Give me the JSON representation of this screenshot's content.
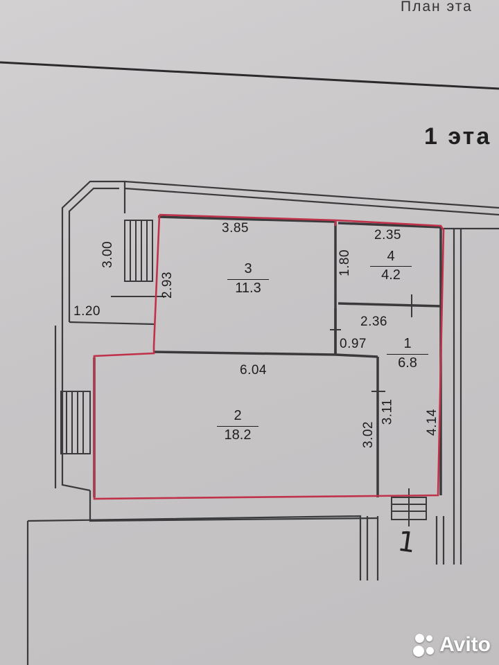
{
  "header": {
    "title_partial": "План эта"
  },
  "floor": {
    "title_partial": "1 эта"
  },
  "rooms": [
    {
      "number": "1",
      "area": "6.8"
    },
    {
      "number": "2",
      "area": "18.2"
    },
    {
      "number": "3",
      "area": "11.3"
    },
    {
      "number": "4",
      "area": "4.2"
    }
  ],
  "dimensions": {
    "d_3_85": "3.85",
    "d_2_35": "2.35",
    "d_2_36": "2.36",
    "d_6_04": "6.04",
    "d_0_97": "0.97",
    "d_1_20": "1.20",
    "d_3_00": "3.00",
    "d_2_93": "2.93",
    "d_1_80": "1.80",
    "d_3_11": "3.11",
    "d_3_02": "3.02",
    "d_4_14": "4.14"
  },
  "entrance_mark": "1",
  "watermark": {
    "text": "Avito"
  },
  "colors": {
    "outline": "#c0314a",
    "wall": "#3a3a3c",
    "paper": "#c9c7c8"
  }
}
